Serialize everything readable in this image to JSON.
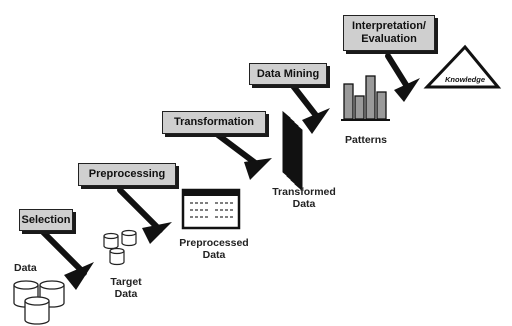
{
  "steps": {
    "selection": "Selection",
    "preprocessing": "Preprocessing",
    "transformation": "Transformation",
    "data_mining": "Data Mining",
    "interpretation_line1": "Interpretation/",
    "interpretation_line2": "Evaluation"
  },
  "artifacts": {
    "data": "Data",
    "target_data_line1": "Target",
    "target_data_line2": "Data",
    "preprocessed_line1": "Preprocessed",
    "preprocessed_line2": "Data",
    "transformed_line1": "Transformed",
    "transformed_line2": "Data",
    "patterns": "Patterns",
    "knowledge": "Knowledge"
  },
  "colors": {
    "box_fill": "#cfcfcf",
    "ink": "#111111"
  }
}
